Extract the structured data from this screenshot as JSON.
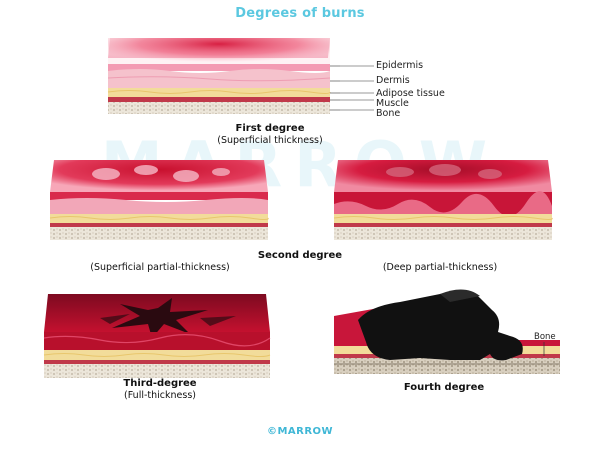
{
  "title": "Degrees of burns",
  "watermark": "MARROW",
  "footer": "©MARROW",
  "layers": {
    "epidermis": "Epidermis",
    "dermis": "Dermis",
    "adipose": "Adipose tissue",
    "muscle": "Muscle",
    "bone": "Bone"
  },
  "first": {
    "name": "First degree",
    "sub": "(Superficial thickness)"
  },
  "second": {
    "name": "Second degree",
    "sub_left": "(Superficial partial-thickness)",
    "sub_right": "(Deep partial-thickness)"
  },
  "third": {
    "name": "Third-degree",
    "sub": "(Full-thickness)"
  },
  "fourth": {
    "name": "Fourth degree",
    "bone_label": "Bone"
  },
  "colors": {
    "title": "#5bc8e0",
    "epidermis": "#f39bb3",
    "dermis": "#f5c2cc",
    "adipose": "#f2dc9a",
    "muscle": "#c0394a",
    "bone": "#e6e0d4",
    "burn": "#d6173b",
    "char": "#111111"
  }
}
